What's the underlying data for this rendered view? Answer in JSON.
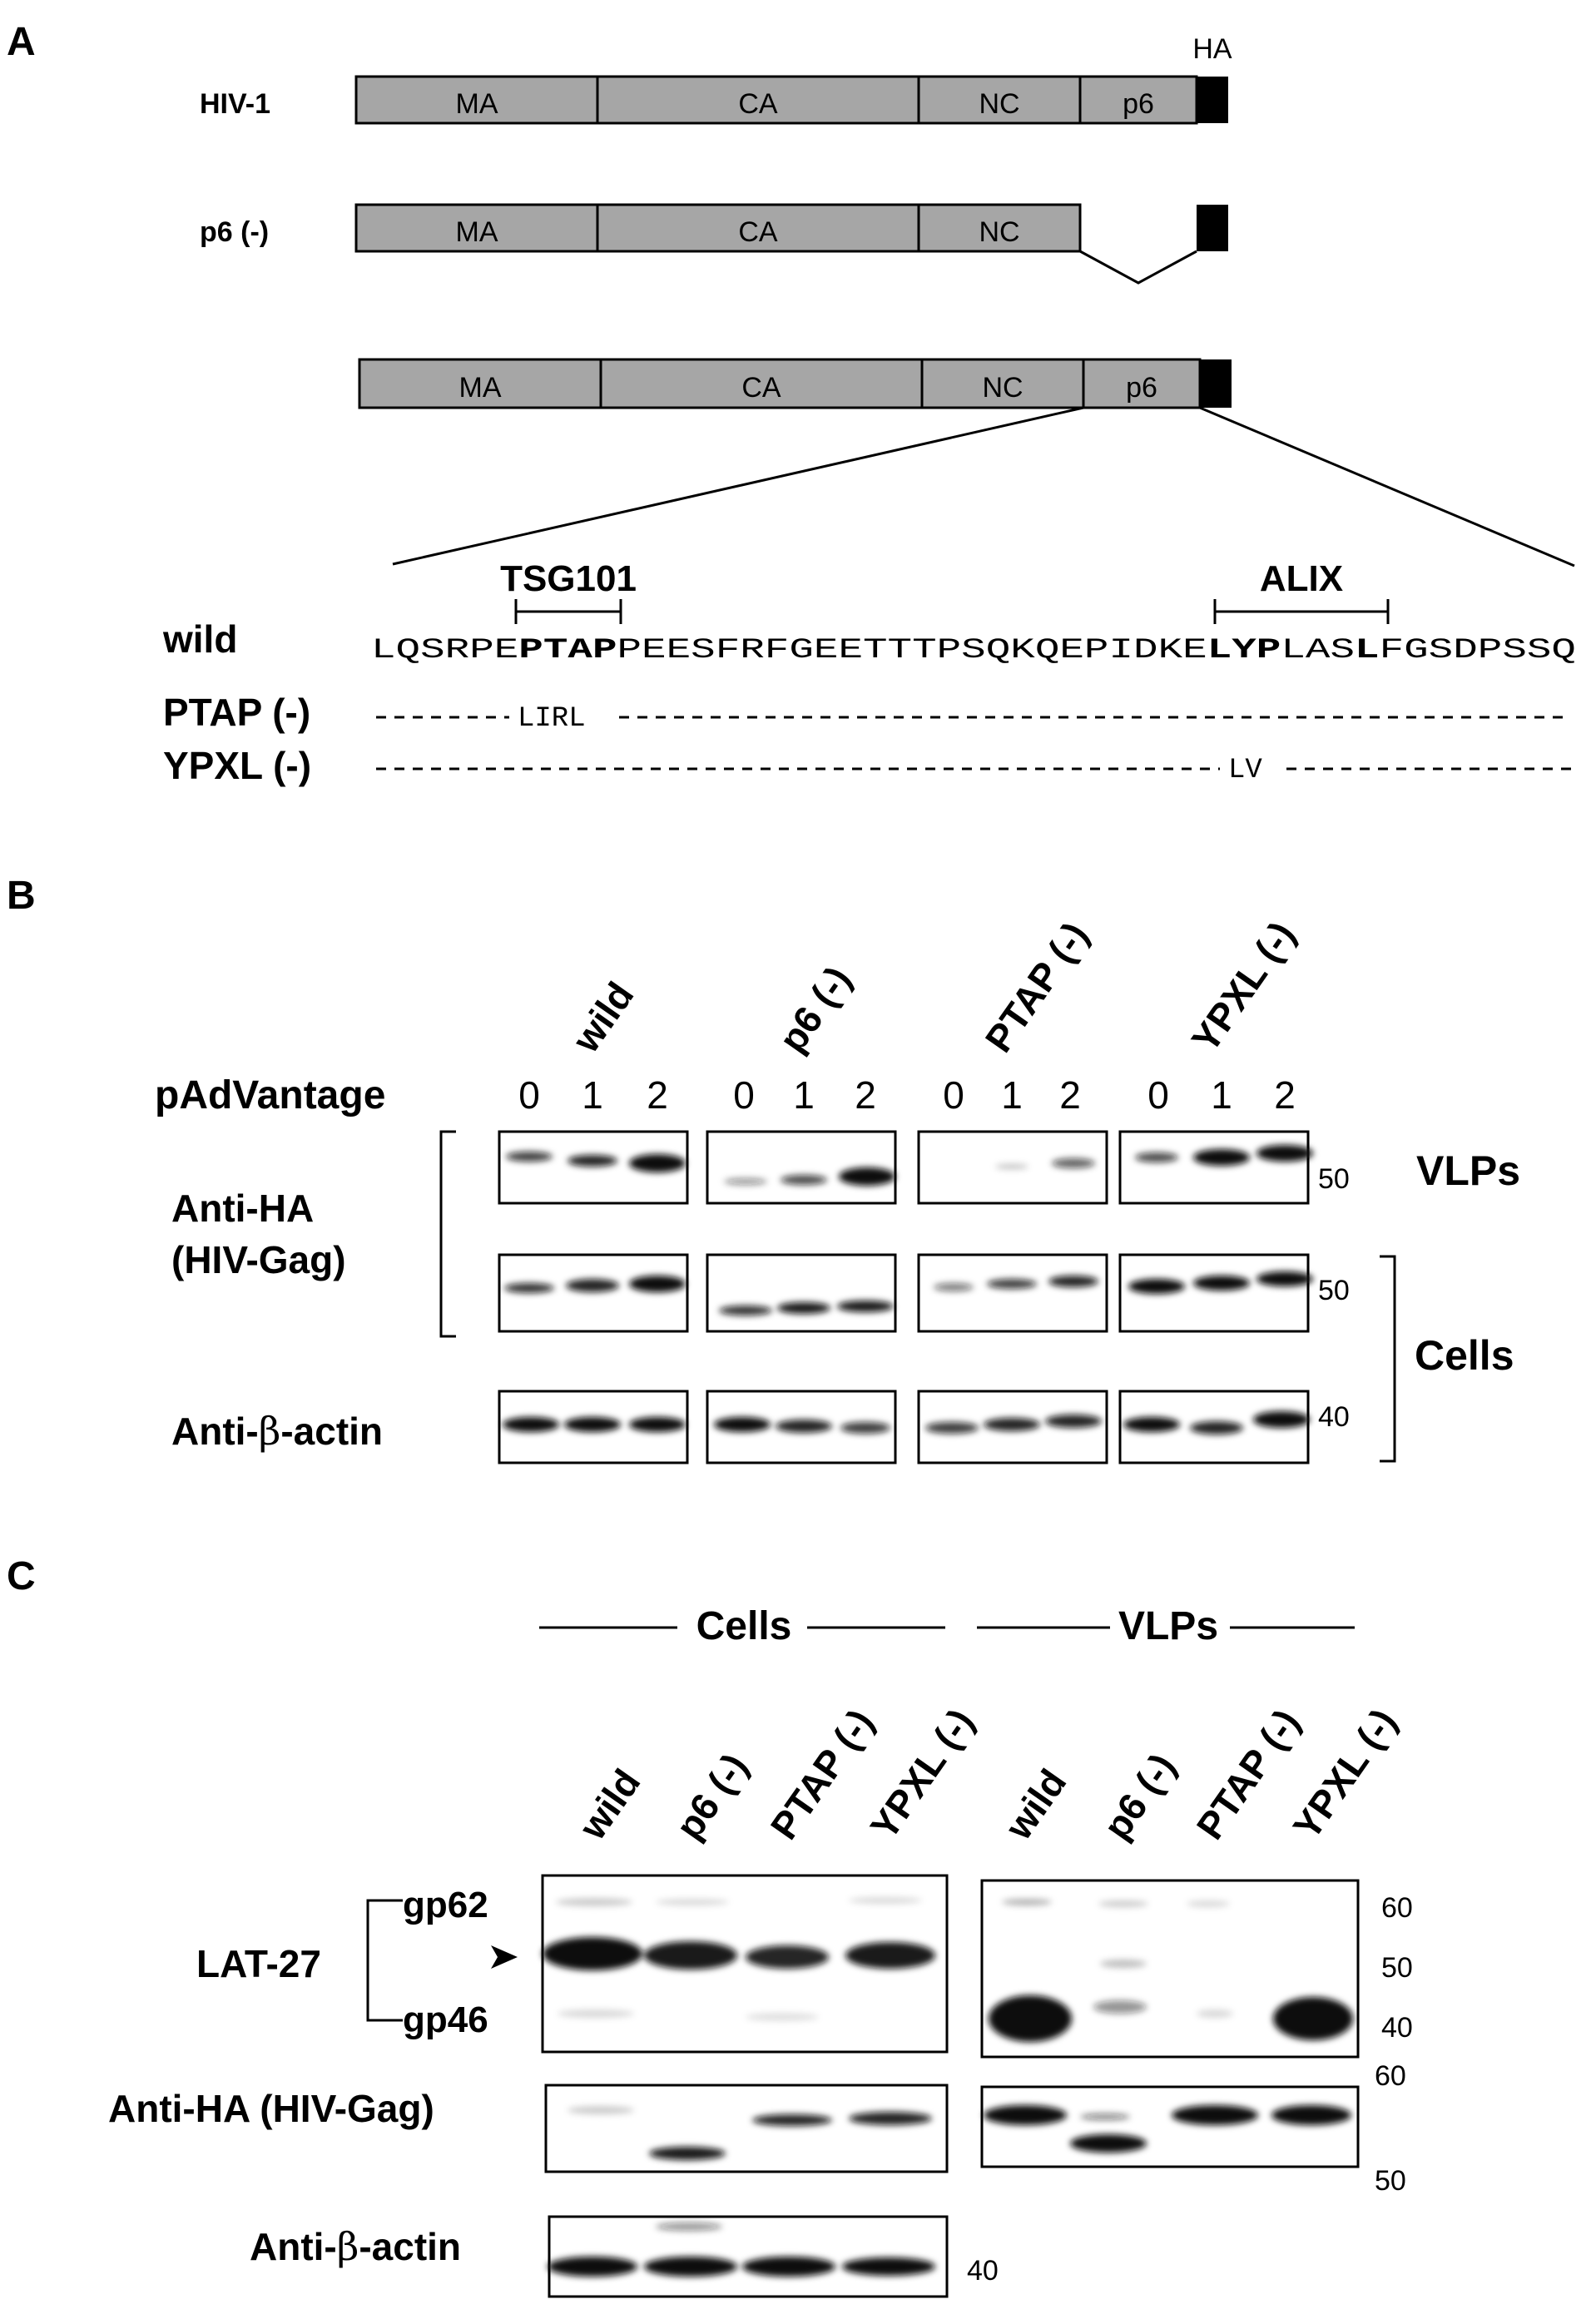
{
  "panel_labels": {
    "a": "A",
    "b": "B",
    "c": "C"
  },
  "panel_a": {
    "rows": [
      {
        "label": "HIV-1",
        "domains": [
          "MA",
          "CA",
          "NC",
          "p6"
        ],
        "tag": "HA"
      },
      {
        "label": "p6 (-)",
        "domains": [
          "MA",
          "CA",
          "NC"
        ]
      },
      {
        "label": "",
        "domains": [
          "MA",
          "CA",
          "NC",
          "p6"
        ]
      }
    ],
    "motifs": {
      "tsg101": "TSG101",
      "alix": "ALIX"
    },
    "sequence": {
      "label": "wild",
      "seq_1": "LQSRPE",
      "seq_2": "PTAP",
      "seq_3": "PEESFRFGEETTTPSQKQEPIDKE",
      "seq_4": "LYP",
      "seq_5": "LAS",
      "seq_6": "L",
      "seq_7": "FGSDPSSQ"
    },
    "mutants": [
      {
        "label": "PTAP (-)",
        "change": "LIRL"
      },
      {
        "label": "YPXL (-)",
        "change": "LV"
      }
    ]
  },
  "panel_b": {
    "lanes": [
      "wild",
      "p6 (-)",
      "PTAP (-)",
      "YPXL (-)"
    ],
    "dose_label": "pAdVantage",
    "doses": [
      "0",
      "1",
      "2"
    ],
    "antibody_ha": [
      "Anti-HA",
      "(HIV-Gag)"
    ],
    "antibody_actin_prefix": "Anti-",
    "antibody_actin_symbol": "β",
    "antibody_actin_suffix": "-actin",
    "fraction_vlps": "VLPs",
    "fraction_cells": "Cells",
    "mw_markers": [
      "50",
      "50",
      "40"
    ]
  },
  "panel_c": {
    "group_cells": "Cells",
    "group_vlps": "VLPs",
    "lanes_cells": [
      "wild",
      "p6 (-)",
      "PTAP (-)",
      "YPXL (-)"
    ],
    "lanes_vlps": [
      "wild",
      "p6 (-)",
      "PTAP (-)",
      "YPXL (-)"
    ],
    "lat27": "LAT-27",
    "gp62": "gp62",
    "gp46": "gp46",
    "antibody_ha": "Anti-HA (HIV-Gag)",
    "antibody_actin_prefix": "Anti-",
    "antibody_actin_symbol": "β",
    "antibody_actin_suffix": "-actin",
    "mw_lat": [
      "60",
      "50",
      "40"
    ],
    "mw_ha": [
      "60",
      "50"
    ],
    "mw_actin": "40"
  }
}
